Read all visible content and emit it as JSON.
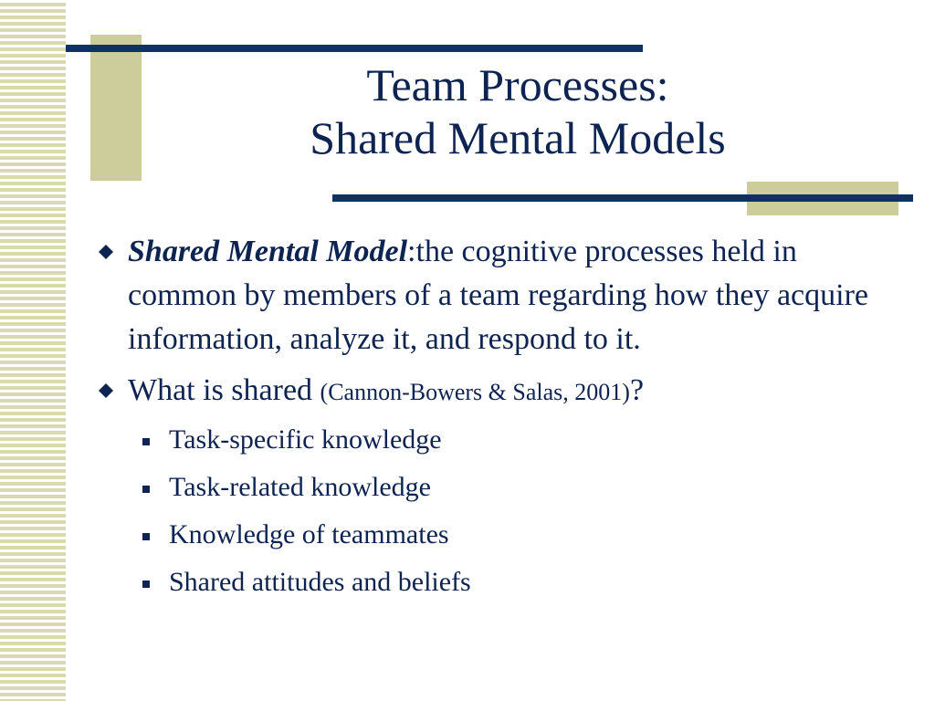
{
  "slide": {
    "title_line1": "Team Processes:",
    "title_line2": "Shared Mental Models",
    "bullets": [
      {
        "term": "Shared Mental Model",
        "separator": ":",
        "definition": "the cognitive processes held in common by members of a team regarding how they acquire information, analyze it, and respond to it."
      },
      {
        "lead": "What is shared ",
        "citation": "(Cannon-Bowers & Salas, 2001)",
        "tail": "?",
        "subitems": [
          "Task-specific knowledge",
          "Task-related knowledge",
          "Knowledge of teammates",
          "Shared attitudes and beliefs"
        ]
      }
    ]
  },
  "theme": {
    "text_color": "#0d2352",
    "bar_color": "#0f3265",
    "accent_color": "#cdcd9b",
    "stripe_color": "#d9d9b0"
  },
  "icons": {
    "level1_bullet": "diamond-icon",
    "level2_bullet": "square-icon"
  }
}
